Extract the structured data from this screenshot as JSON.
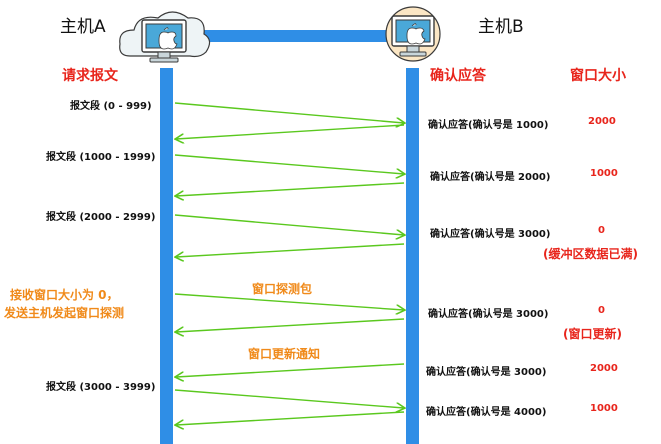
{
  "hosts": {
    "a_label": "主机A",
    "b_label": "主机B"
  },
  "columns": {
    "sender_header": "请求报文",
    "ack_header": "确认应答",
    "window_header": "窗口大小"
  },
  "rows": [
    {
      "segment": "报文段 (0 - 999)",
      "ack": "确认应答(确认号是 1000)",
      "window": "2000"
    },
    {
      "segment": "报文段 (1000 - 1999)",
      "ack": "确认应答(确认号是 2000)",
      "window": "1000"
    },
    {
      "segment": "报文段 (2000 - 2999)",
      "ack": "确认应答(确认号是 3000)",
      "window": "0",
      "note": "(缓冲区数据已满)"
    },
    {
      "ack": "确认应答(确认号是 3000)",
      "window": "0",
      "note": "(窗口更新)"
    },
    {
      "ack": "确认应答(确认号是 3000)",
      "window": "2000"
    },
    {
      "segment": "报文段 (3000 - 3999)",
      "ack": "确认应答(确认号是 4000)",
      "window": "1000"
    }
  ],
  "probe": {
    "sender_note_line1": "接收窗口大小为 0，",
    "sender_note_line2": "发送主机发起窗口探测",
    "probe_label": "窗口探测包",
    "update_label": "窗口更新通知"
  },
  "colors": {
    "timeline": "#2f8ee6",
    "arrow": "#5ac81e",
    "red": "#e8251c",
    "orange": "#f08a1a",
    "monitor": "#4aa8d8"
  },
  "icons": {
    "host_a": "computer-icon",
    "host_b": "computer-icon"
  }
}
